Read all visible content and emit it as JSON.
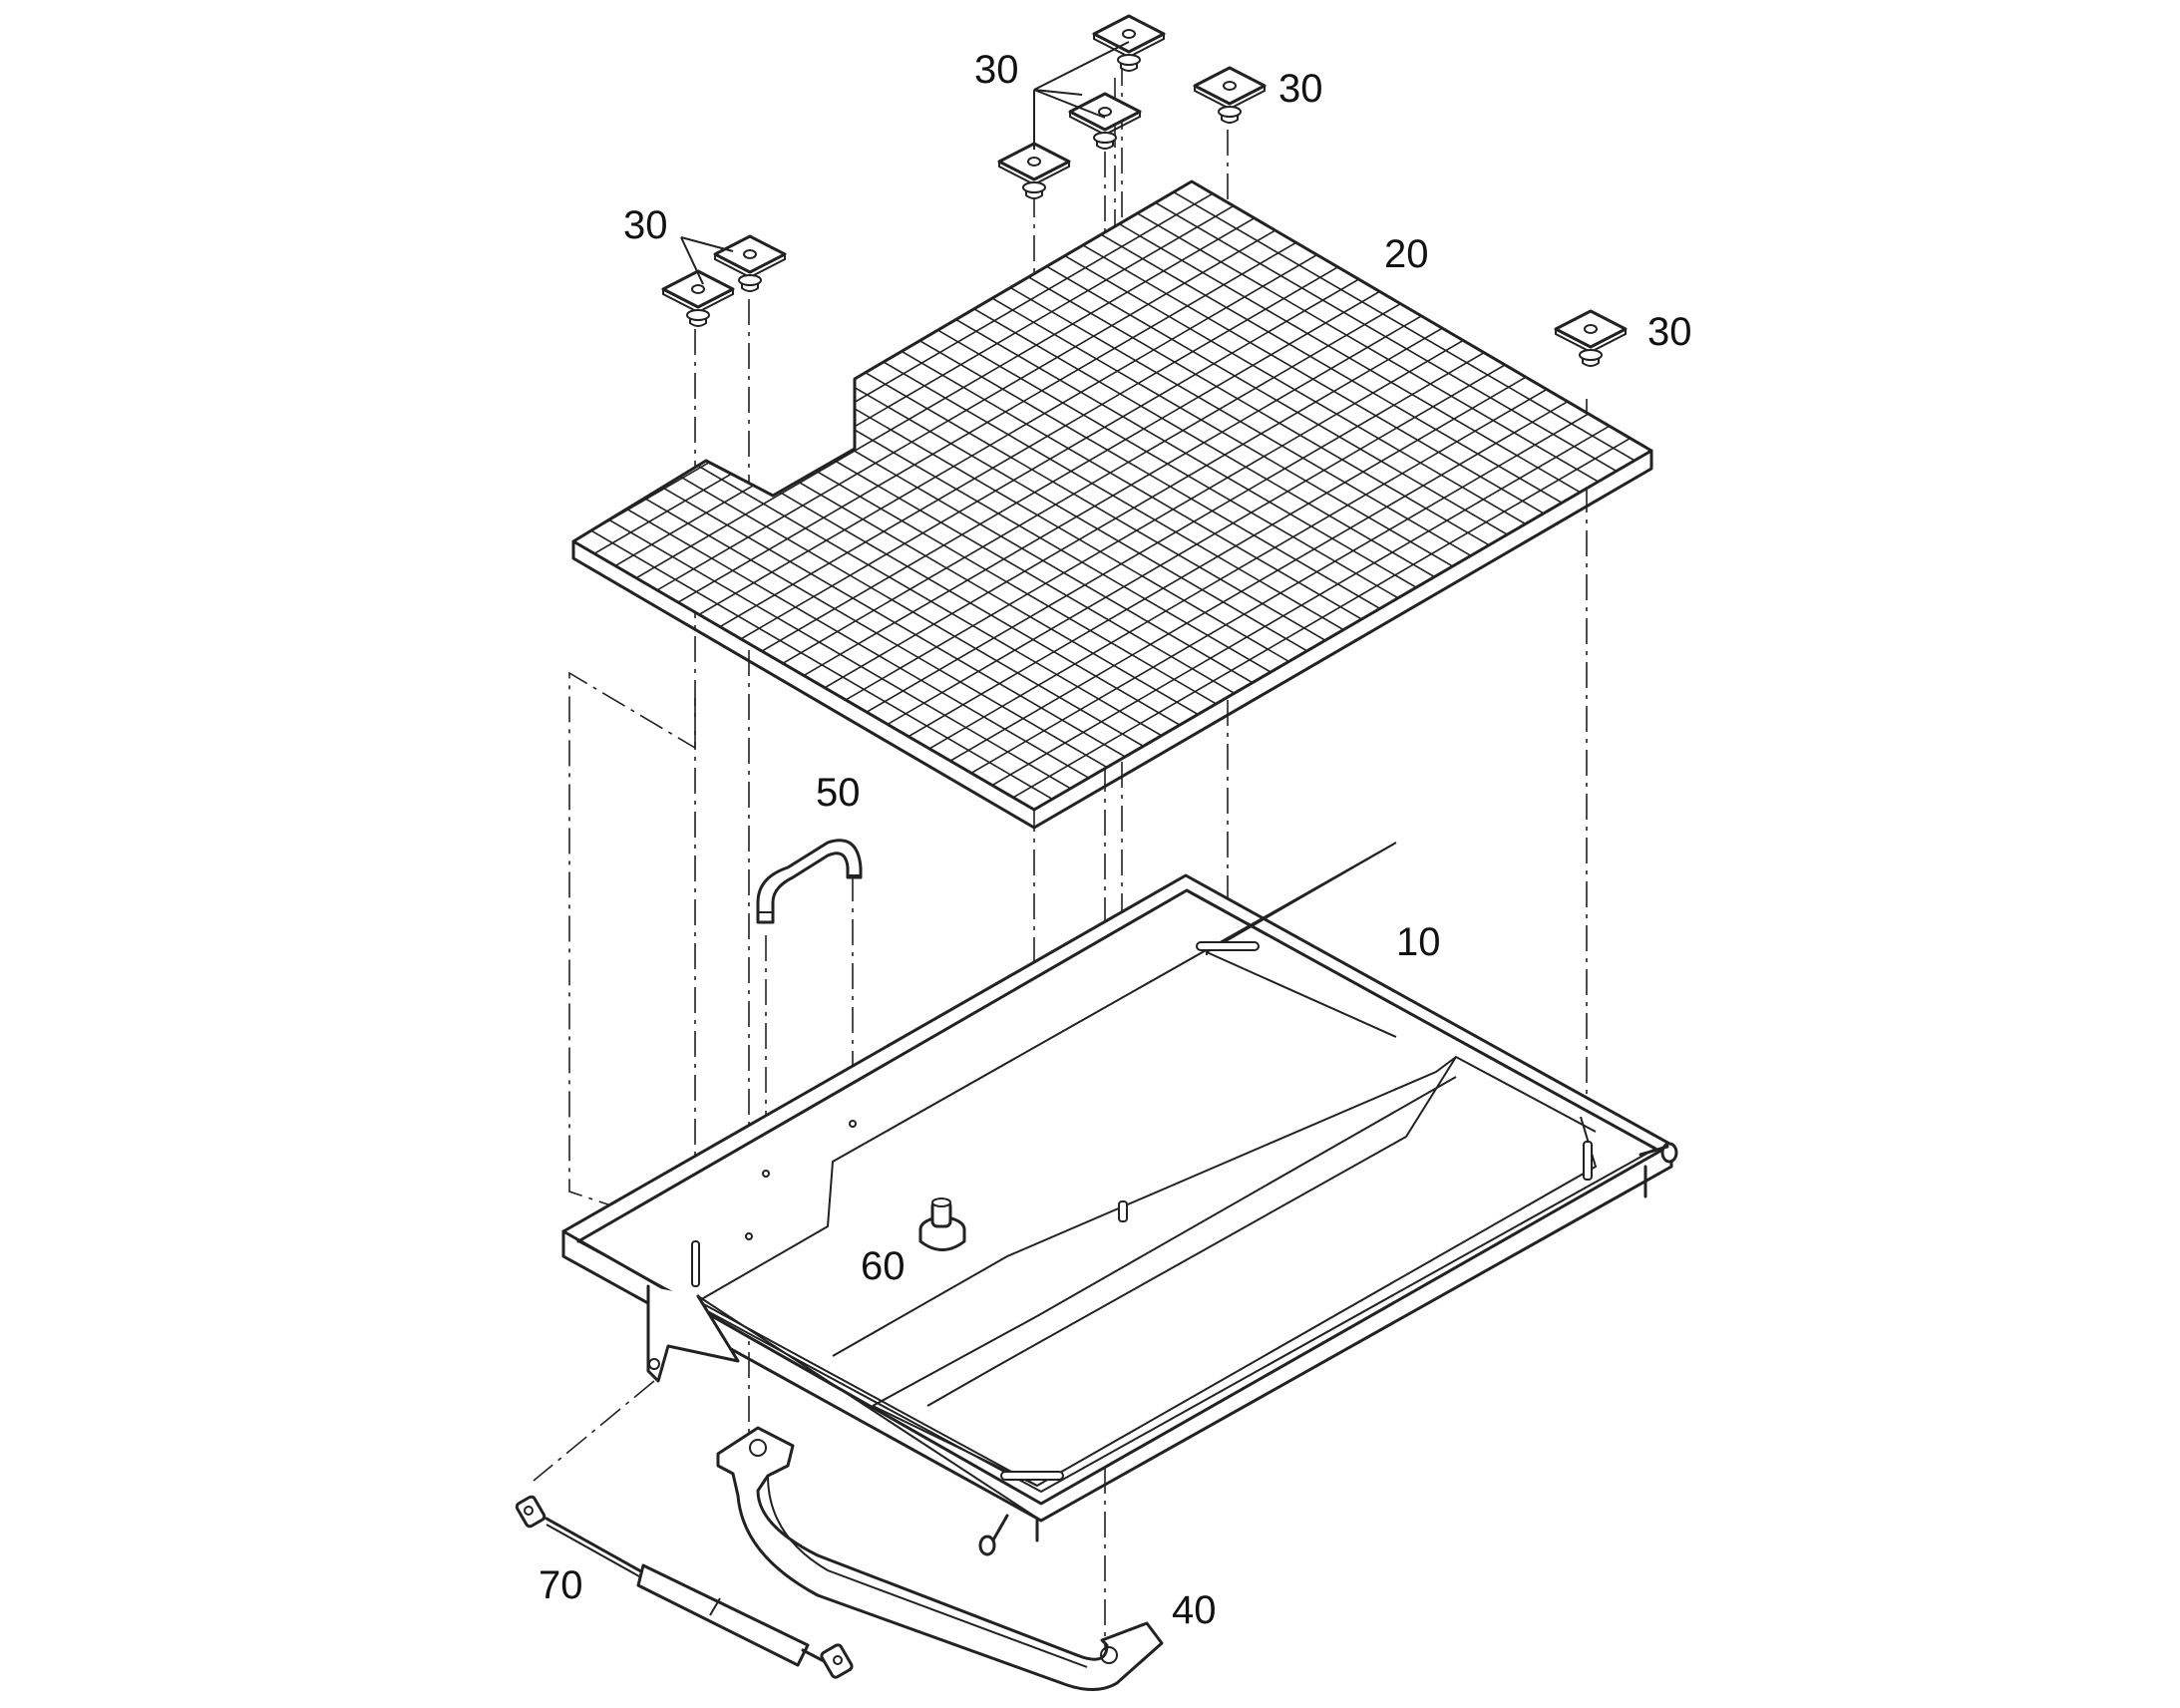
{
  "diagram": {
    "callouts": [
      {
        "id": "10",
        "label": "10"
      },
      {
        "id": "20",
        "label": "20"
      },
      {
        "id": "30-a",
        "label": "30"
      },
      {
        "id": "30-b",
        "label": "30"
      },
      {
        "id": "30-c",
        "label": "30"
      },
      {
        "id": "30-d",
        "label": "30"
      },
      {
        "id": "40",
        "label": "40"
      },
      {
        "id": "50",
        "label": "50"
      },
      {
        "id": "60",
        "label": "60"
      },
      {
        "id": "70",
        "label": "70"
      }
    ]
  }
}
